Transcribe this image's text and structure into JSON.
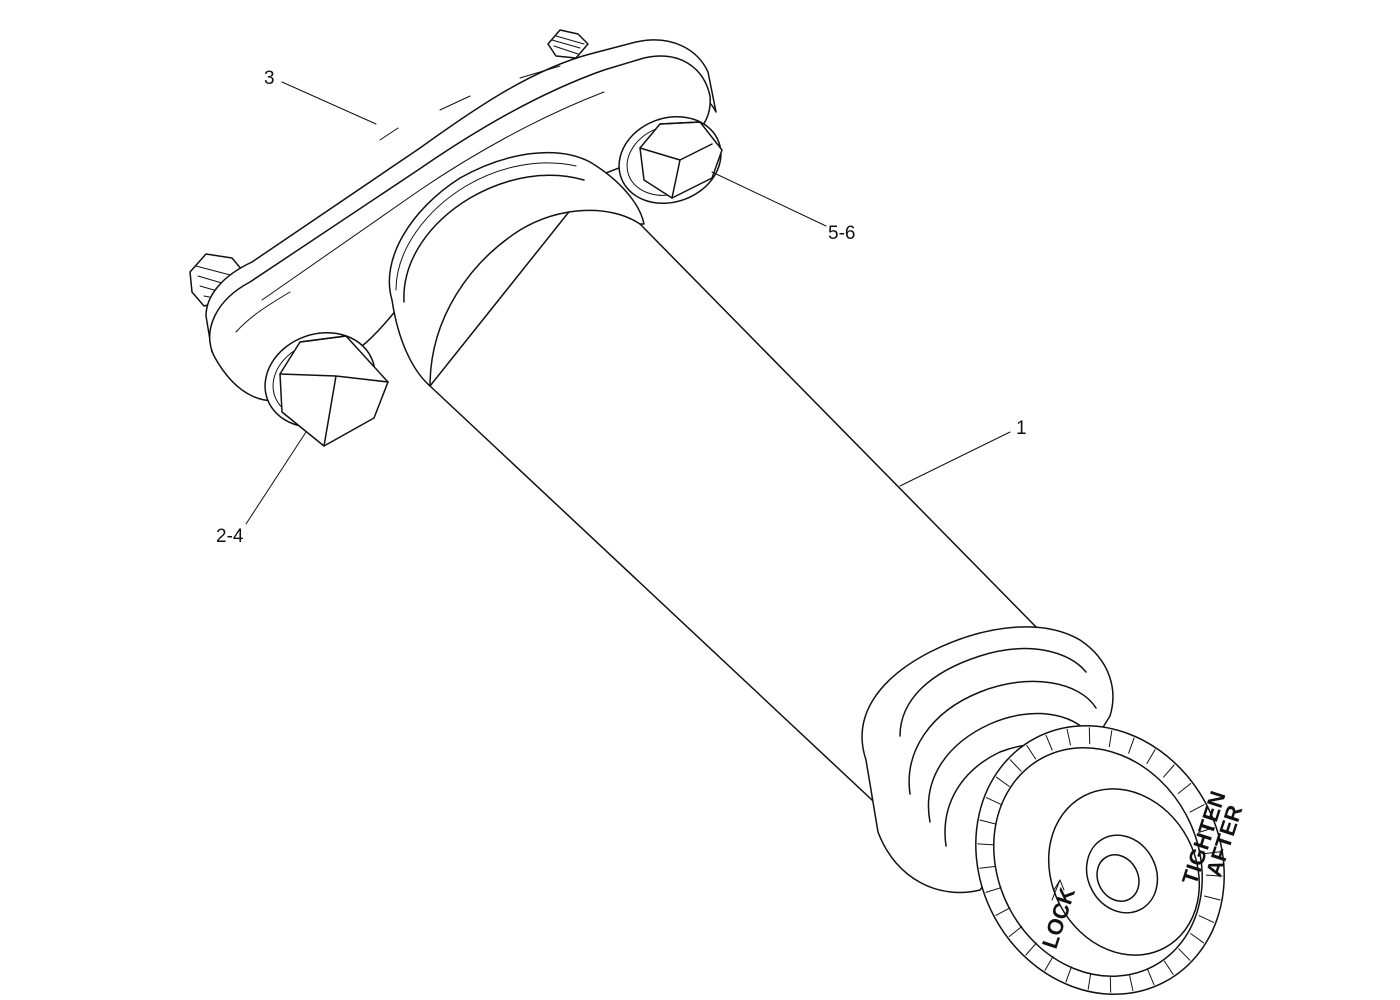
{
  "callouts": {
    "part_1": "1",
    "part_2_4": "2-4",
    "part_3": "3",
    "part_5_6": "5-6"
  },
  "knob": {
    "lock_text": "LOCK",
    "tighten_text": "TIGHTEN",
    "after_text": "AFTER"
  }
}
